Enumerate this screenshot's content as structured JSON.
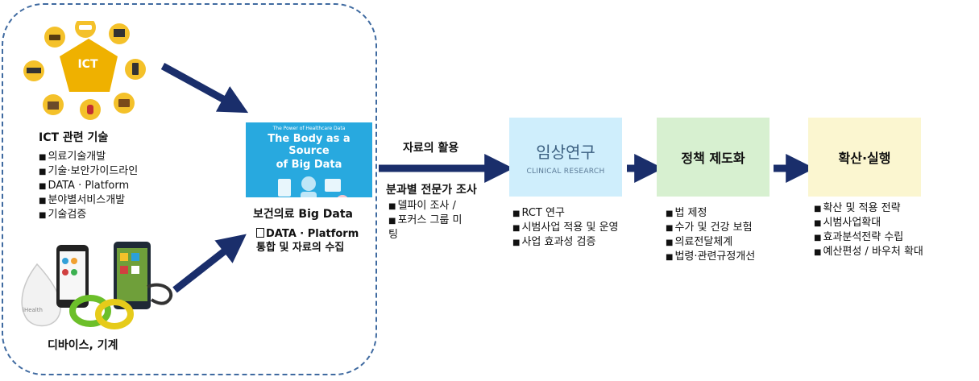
{
  "ict": {
    "center": "ICT",
    "heading": "ICT 관련 기술",
    "items": [
      "의료기술개발",
      "기술·보안가이드라인",
      "DATA · Platform",
      "분야별서비스개발",
      "기술검증"
    ]
  },
  "devices": {
    "label": "디바이스, 기계",
    "ihealth_text": "iHealth"
  },
  "bigdata": {
    "poster_top": "The Power of Healthcare Data",
    "poster_title_1": "The Body as a Source",
    "poster_title_2": "of Big Data",
    "label": "보건의료 Big Data",
    "sub_1": "DATA · Platform",
    "sub_2": "통합 및 자료의 수집"
  },
  "flow1": {
    "arrow_label": "자료의 활용",
    "heading": "분과별 전문가 조사",
    "items": [
      "델파이 조사 /",
      "포커스 그룹 미"
    ],
    "wrap": "팅"
  },
  "clinical": {
    "title": "임상연구",
    "subtitle": "CLINICAL RESEARCH",
    "items": [
      "RCT 연구",
      "시범사업 적용 및 운영",
      "사업 효과성 검증"
    ]
  },
  "policy": {
    "title": "정책 제도화",
    "items": [
      "법 제정",
      "수가 및 건강 보험",
      "의료전달체계",
      "법령·관련규정개선"
    ]
  },
  "expand": {
    "title": "확산·실행",
    "items": [
      "확산 및 적용 전략",
      "시범사업확대",
      "효과분석전략 수립",
      "예산편성 / 바우처 확대"
    ]
  },
  "colors": {
    "arrow": "#1a2e6b",
    "dash_border": "#3f6aa0",
    "ict_gold": "#f2b410",
    "clinical_box": "#cfeefc",
    "policy_box": "#d7f0d0",
    "expand_box": "#fbf6d0"
  }
}
